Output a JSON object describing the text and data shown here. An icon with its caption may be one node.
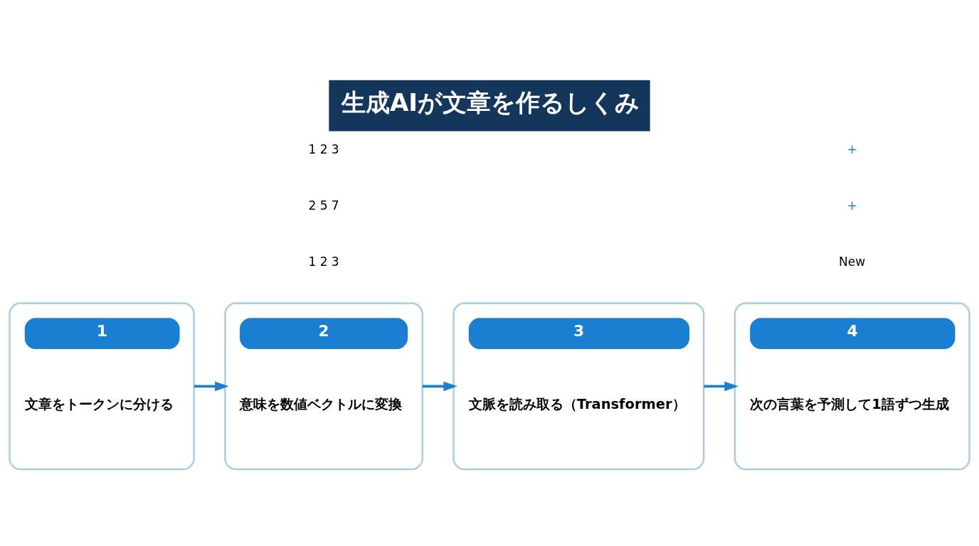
{
  "diagram": {
    "title": "生成AIが文章を作るしくみ",
    "nodes": [
      {
        "text": [
          "1",
          "文章をトークンに分ける"
        ]
      },
      {
        "text": [
          "2",
          "意味を数値ベクトルに変換"
        ]
      },
      {
        "text": [
          "3",
          "文脈を読み取る（Transformer）"
        ]
      },
      {
        "text": [
          "4",
          "次の言葉を予測して1語ずつ生成"
        ]
      }
    ],
    "edges": [
      {
        "from": 0,
        "to": 1,
        "arrow": "to"
      },
      {
        "from": 1,
        "to": 2,
        "arrow": "to"
      },
      {
        "from": 2,
        "to": 3,
        "arrow": "to"
      }
    ],
    "labels": [
      "1 2 3",
      "2 5 7",
      "1 2 3",
      "New",
      "+",
      "+"
    ]
  }
}
